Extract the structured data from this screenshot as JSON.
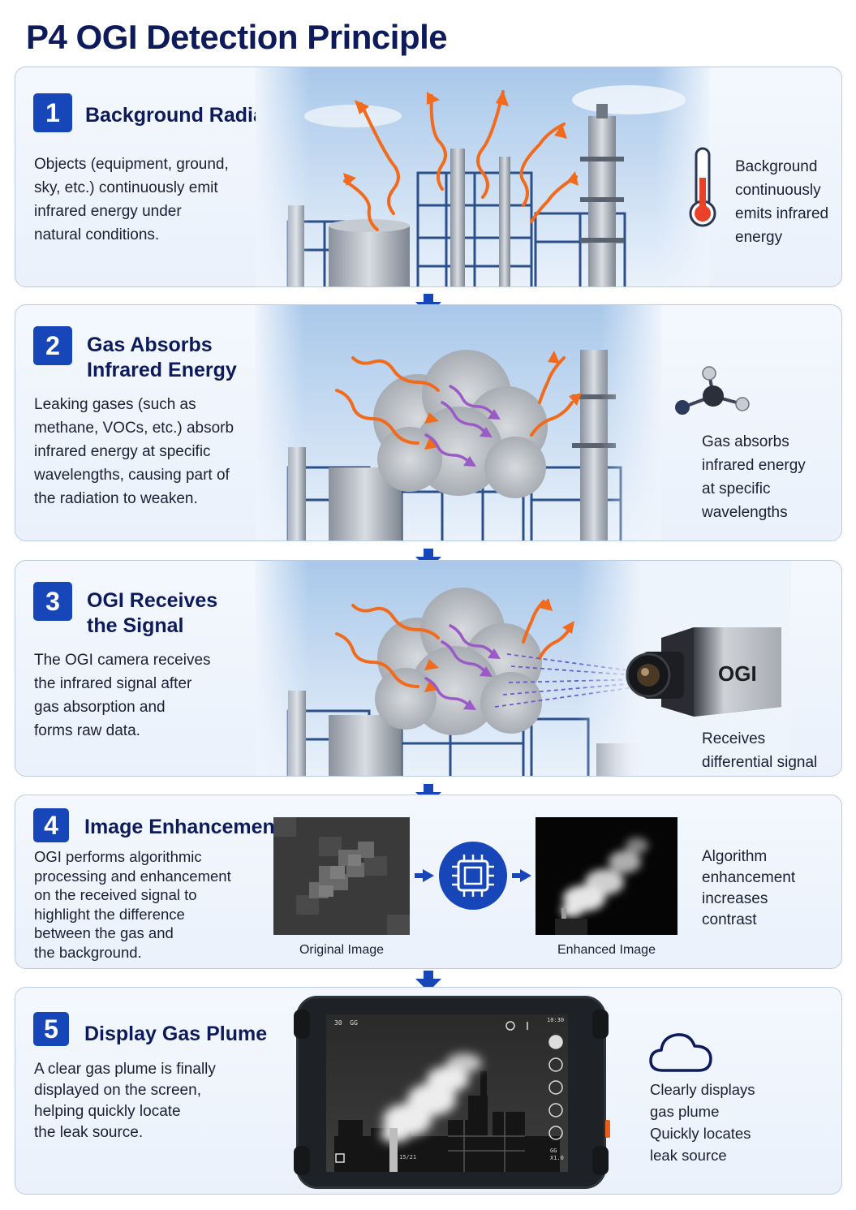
{
  "title": "P4 OGI Detection Principle",
  "steps": [
    {
      "number": "1",
      "title_line1": "Background Radiation",
      "title_line2": "",
      "desc": [
        "Objects (equipment, ground,",
        "sky, etc.) continuously emit",
        "infrared energy under",
        "natural conditions."
      ],
      "note": [
        "Background",
        "continuously",
        "emits infrared",
        "energy"
      ],
      "icon": "thermometer-icon"
    },
    {
      "number": "2",
      "title_line1": "Gas Absorbs",
      "title_line2": "Infrared Energy",
      "desc": [
        "Leaking gases (such as",
        "methane, VOCs, etc.) absorb",
        "infrared energy at specific",
        "wavelengths, causing part of",
        "the radiation to weaken."
      ],
      "note": [
        "Gas absorbs",
        "infrared energy",
        "at specific",
        "wavelengths"
      ],
      "icon": "molecule-icon"
    },
    {
      "number": "3",
      "title_line1": "OGI Receives",
      "title_line2": "the Signal",
      "desc": [
        "The OGI camera receives",
        "the infrared signal after",
        "gas absorption and",
        "forms raw data."
      ],
      "note": [
        "Receives",
        "differential signal"
      ],
      "camera_label": "OGI",
      "icon": "camera-icon"
    },
    {
      "number": "4",
      "title_line1": "Image Enhancement",
      "title_line2": "",
      "desc": [
        "OGI performs algorithmic",
        "processing and enhancement",
        "on the received signal to",
        "highlight the difference",
        "between the gas and",
        "the background."
      ],
      "note": [
        "Algorithm",
        "enhancement",
        "increases",
        "contrast"
      ],
      "caption_original": "Original Image",
      "caption_enhanced": "Enhanced Image",
      "icon": "chip-icon"
    },
    {
      "number": "5",
      "title_line1": "Display Gas Plume",
      "title_line2": "",
      "desc": [
        "A clear gas plume is finally",
        "displayed on the screen,",
        "helping quickly locate",
        "the leak source."
      ],
      "note": [
        "Clearly displays",
        "gas plume",
        "Quickly locates",
        "leak source"
      ],
      "screen": {
        "top_left": "30",
        "top_left2": "GG",
        "top_right": "10:30",
        "bottom_mid": "15/21",
        "bottom_right1": "GG",
        "bottom_right2": "X1.0"
      },
      "icon": "cloud-icon"
    }
  ],
  "colors": {
    "accent": "#1646b8",
    "title": "#0d1a5c",
    "ir_arrow": "#f26a1b",
    "absorbed": "#9a5bc7",
    "panel_border": "#b9cbe6"
  }
}
